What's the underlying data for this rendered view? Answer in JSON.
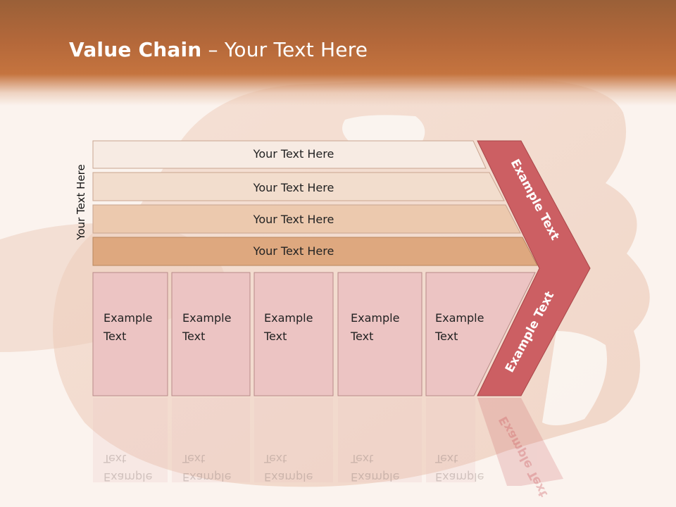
{
  "slide": {
    "title_bold": "Value Chain",
    "title_rest": " – Your Text Here",
    "side_label": "Your Text Here"
  },
  "rows": [
    {
      "label": "Your Text Here",
      "color": "#f7ebe3"
    },
    {
      "label": "Your Text Here",
      "color": "#f2ddcd"
    },
    {
      "label": "Your Text Here",
      "color": "#ecc9ae"
    },
    {
      "label": "Your Text Here",
      "color": "#dea87f"
    }
  ],
  "boxes": [
    {
      "label_line1": "Example",
      "label_line2": "Text"
    },
    {
      "label_line1": "Example",
      "label_line2": "Text"
    },
    {
      "label_line1": "Example",
      "label_line2": "Text"
    },
    {
      "label_line1": "Example",
      "label_line2": "Text"
    },
    {
      "label_line1": "Example",
      "label_line2": "Text"
    }
  ],
  "chevron": {
    "upper_label": "Example Text",
    "lower_label": "Example Text",
    "color": "#cc5f63"
  },
  "colors": {
    "header": "#b86a3a",
    "box_fill": "#ecc4c3",
    "box_border": "#b88a88"
  }
}
